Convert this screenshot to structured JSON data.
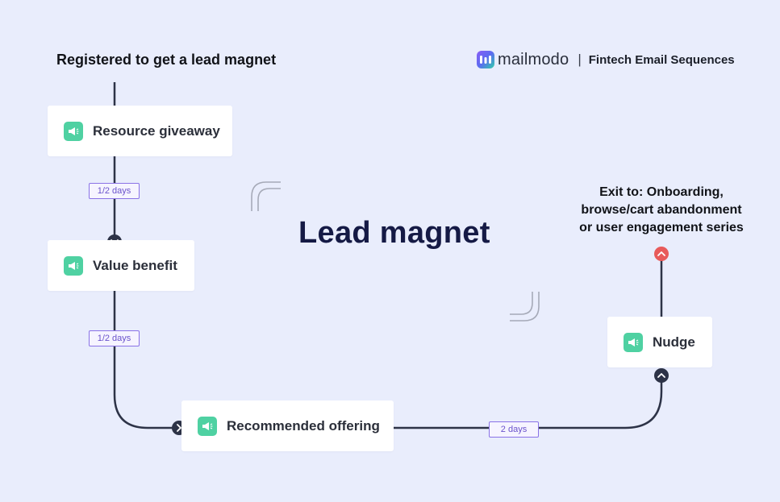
{
  "header": {
    "trigger_label": "Registered to get a lead magnet",
    "brand_name": "mailmodo",
    "separator": "|",
    "sequence_title": "Fintech Email Sequences"
  },
  "diagram": {
    "title": "Lead magnet",
    "steps": [
      {
        "label": "Resource giveaway",
        "icon": "megaphone-icon"
      },
      {
        "label": "Value benefit",
        "icon": "megaphone-icon"
      },
      {
        "label": "Recommended offering",
        "icon": "megaphone-icon"
      },
      {
        "label": "Nudge",
        "icon": "megaphone-icon"
      }
    ],
    "delays": [
      "1/2 days",
      "1/2 days",
      "2 days"
    ],
    "exit": {
      "lines": [
        "Exit to: Onboarding,",
        "browse/cart abandonment",
        "or user engagement series"
      ]
    }
  },
  "colors": {
    "background": "#e9edfc",
    "connector": "#2d3347",
    "icon_accent": "#4fd1a2",
    "delay_border": "#8a72e6",
    "exit_marker": "#e85a5a",
    "title": "#151a45"
  }
}
